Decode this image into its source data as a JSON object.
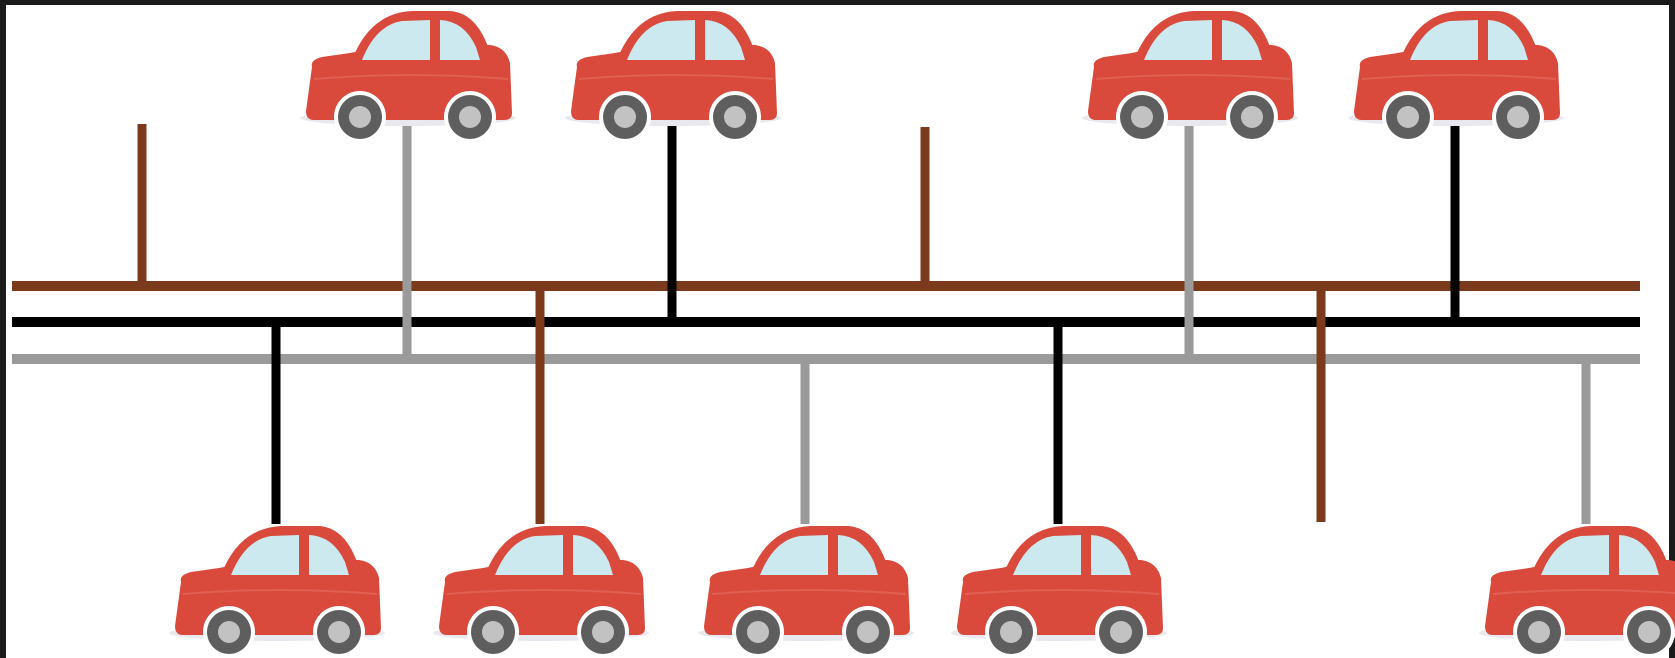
{
  "colors": {
    "frame": "#1b1b1b",
    "background": "#ffffff",
    "brown": "#7b3a1c",
    "black": "#000000",
    "gray": "#9a9a9a",
    "car_body": "#d94a3c",
    "car_window": "#cce9ef",
    "wheel_tire": "#5e5e5e",
    "wheel_hub": "#c2c2c2",
    "shadow": "#e8e8ee"
  },
  "buses": [
    "brown",
    "black",
    "gray"
  ],
  "connectors": [
    {
      "bus": "brown",
      "side": "top",
      "car": false
    },
    {
      "bus": "gray",
      "side": "top",
      "car": true
    },
    {
      "bus": "black",
      "side": "top",
      "car": true
    },
    {
      "bus": "brown",
      "side": "top",
      "car": false
    },
    {
      "bus": "gray",
      "side": "top",
      "car": true
    },
    {
      "bus": "black",
      "side": "top",
      "car": true
    },
    {
      "bus": "black",
      "side": "bottom",
      "car": true
    },
    {
      "bus": "brown",
      "side": "bottom",
      "car": true
    },
    {
      "bus": "gray",
      "side": "bottom",
      "car": true
    },
    {
      "bus": "black",
      "side": "bottom",
      "car": true
    },
    {
      "bus": "brown",
      "side": "bottom",
      "car": false
    },
    {
      "bus": "gray",
      "side": "bottom",
      "car": true
    }
  ],
  "icons": {
    "vehicle": "car-icon"
  }
}
